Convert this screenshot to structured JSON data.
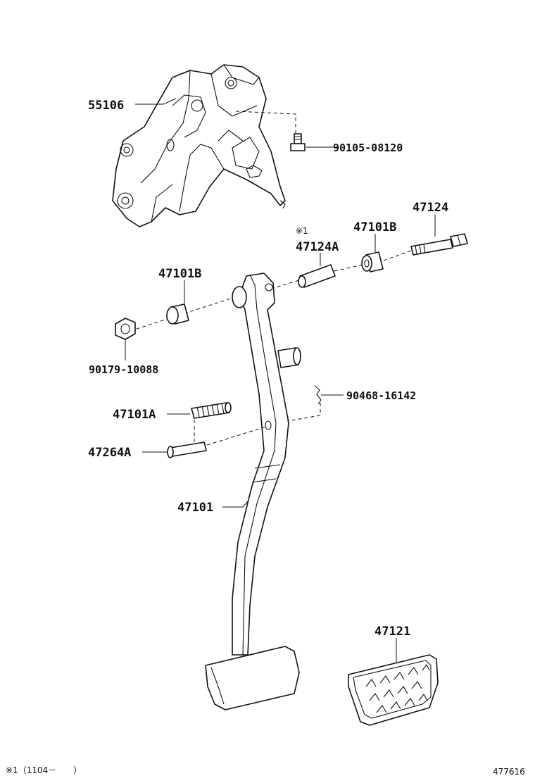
{
  "parts": {
    "bracket": "55106",
    "bolt_small": "90105-08120",
    "bolt": "47124",
    "bushing_right": "47101B",
    "collar": "47124A",
    "collar_note": "※1",
    "bushing_left": "47101B",
    "nut": "90179-10088",
    "clip": "90468-16142",
    "spring": "47101A",
    "pin": "47264A",
    "pedal_arm": "47101",
    "pedal_pad": "47121"
  },
  "footer": {
    "note": "※1（1104－　　）",
    "diagram_id": "477616"
  },
  "colors": {
    "line": "#111111",
    "background": "#ffffff"
  }
}
